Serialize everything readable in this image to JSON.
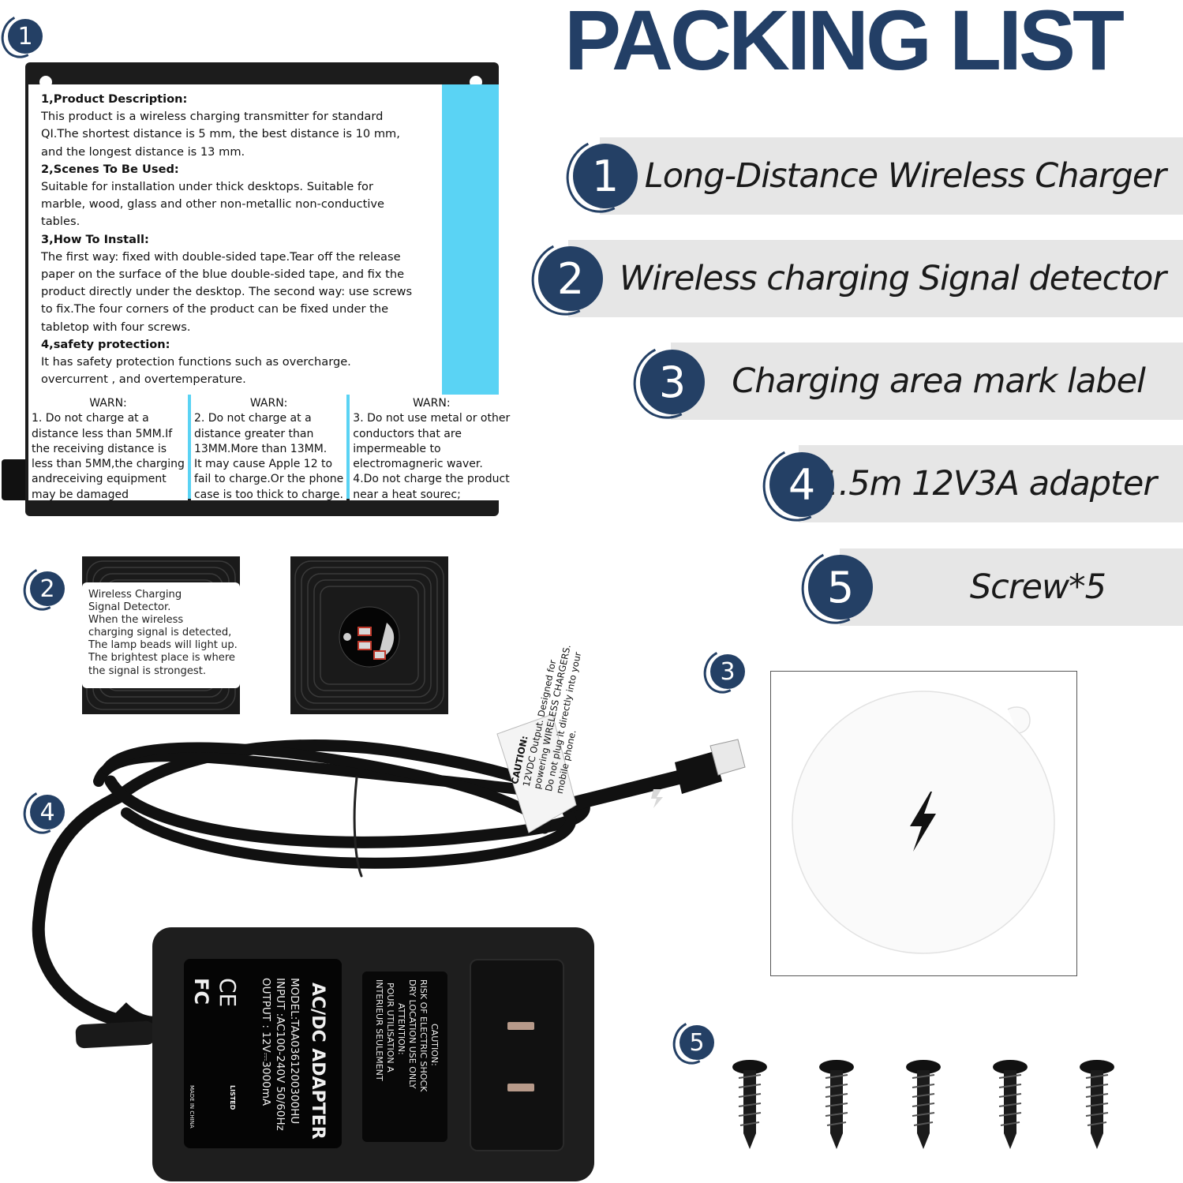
{
  "title": "PACKING LIST",
  "items": [
    {
      "num": "1",
      "label": "Long-Distance Wireless Charger"
    },
    {
      "num": "2",
      "label": "Wireless charging Signal detector"
    },
    {
      "num": "3",
      "label": "Charging area mark label"
    },
    {
      "num": "4",
      "label": "1.5m 12V3A adapter"
    },
    {
      "num": "5",
      "label": "Screw*5"
    }
  ],
  "charger_card": {
    "lines": [
      "1,Product Description:",
      "This product is a wireless charging transmitter for standard",
      " QI.The shortest distance is 5 mm, the best distance is 10 mm,",
      " and the longest distance is 13 mm.",
      "2,Scenes  To  Be Used:",
      "Suitable for installation under thick desktops. Suitable for",
      " marble, wood, glass and other non-metallic non-conductive",
      " tables.",
      "3,How  To  Install:",
      "The first way: fixed with double-sided tape.Tear off the release",
      " paper on the surface of the blue double-sided tape, and fix the",
      "product directly under the desktop. The second way: use screws",
      "to fix.The four corners of the product can be fixed under the",
      "tabletop with four screws.",
      "4,safety  protection:",
      "It has  safety  protection  functions  such  as overcharge.",
      "overcurrent ,  and overtemperature."
    ],
    "warnings": [
      {
        "title": "WARN:",
        "lines": [
          "1. Do not charge at a",
          "distance less than 5MM.If",
          "the receiving distance is",
          "less than 5MM,the charging",
          "andreceiving equipment",
          "may be damaged"
        ]
      },
      {
        "title": "WARN:",
        "lines": [
          "2. Do not charge at a",
          "distance greater than",
          "13MM.More than 13MM.",
          "It may cause Apple 12 to",
          "fail to charge.Or the phone",
          "case is too thick to charge."
        ]
      },
      {
        "title": "WARN:",
        "lines": [
          "3. Do not use metal or other",
          "conductors that are",
          "impermeable to",
          "electromagneric waver.",
          "4.Do not charge the product",
          "near a heat sourec;"
        ]
      }
    ]
  },
  "detector_label": [
    "Wireless Charging",
    "Signal Detector.",
    "When the wireless",
    "charging signal is detected,",
    "The lamp beads will light up.",
    "The brightest place is where",
    "the signal is strongest."
  ],
  "cable_label": [
    "CAUTION:",
    "12VDC Output. Designed for",
    "powering WIRELESS CHARGERS.",
    "Do not plug it directly into your",
    "mobile phone."
  ],
  "adapter": {
    "heading": "AC/DC  ADAPTER",
    "model": "MODEL:TAA0361200300HU",
    "input": "INPUT :AC100-240V 50/60Hz",
    "output": "OUTPUT : 12V⎓3000mA",
    "caution": [
      "CAUTION:",
      "RISK OF ELECTRIC SHOCK",
      "DRY LOCATION USE ONLY",
      "ATTENTION:",
      "POUR UTILISATION A",
      "INTERIEUR SEULEMENT"
    ],
    "marks": [
      "FC",
      "CE",
      "LISTED",
      "MADE IN CHINA"
    ]
  },
  "colors": {
    "navy": "#244065",
    "cyan": "#5ad3f4",
    "band": "#e6e6e6"
  }
}
